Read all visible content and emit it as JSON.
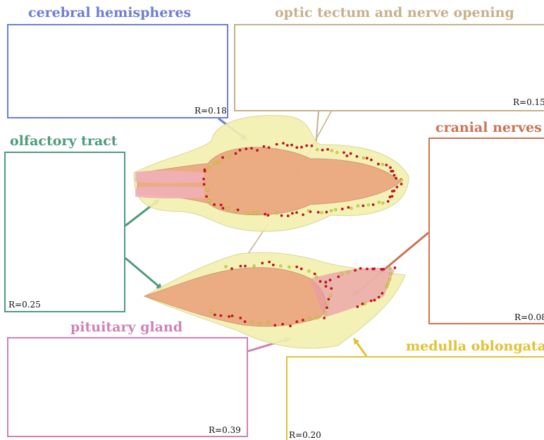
{
  "colors": {
    "cerebral": "#6f7fd0",
    "optic": "#c6b18c",
    "olfactory": "#4e9c7c",
    "cranial": "#cc7355",
    "pituitary": "#cf82b8",
    "medulla": "#e1c234",
    "dot_red": "#c0141c",
    "dot_yellow": "#d8df3c",
    "brain_fill": "#f3f0b0",
    "core_fill": "#eaa07a"
  },
  "regions": [
    {
      "key": "cerebral",
      "title": "cerebral hemispheres",
      "r": "R=0.18"
    },
    {
      "key": "optic",
      "title": "optic tectum and nerve opening",
      "r": "R=0.15"
    },
    {
      "key": "olfactory",
      "title": "olfactory tract",
      "r": "R=0.25"
    },
    {
      "key": "cranial",
      "title": "cranial nerves",
      "r": "R=0.08"
    },
    {
      "key": "pituitary",
      "title": "pituitary gland",
      "r": "R=0.39"
    },
    {
      "key": "medulla",
      "title": "medulla oblongata",
      "r": "R=0.20"
    }
  ]
}
